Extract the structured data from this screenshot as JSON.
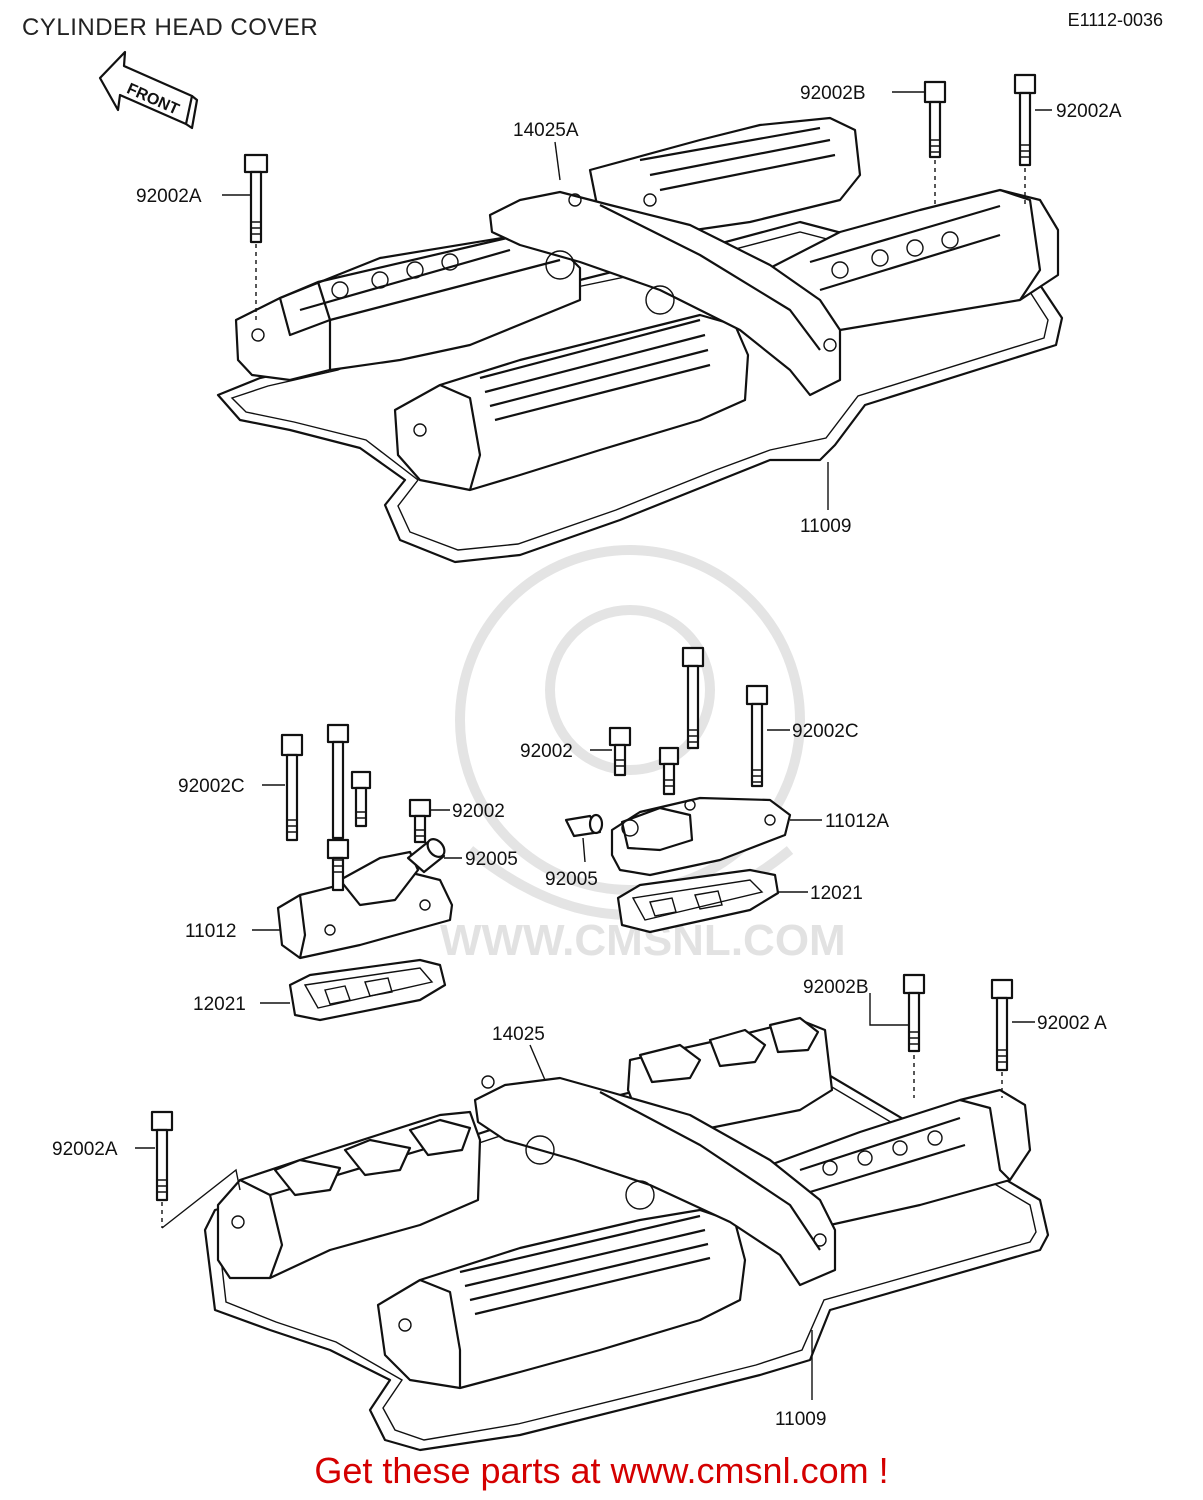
{
  "header": {
    "title": "CYLINDER HEAD COVER",
    "diagram_code": "E1112-0036"
  },
  "front_arrow": {
    "label": "FRONT"
  },
  "watermark": {
    "text": "WWW.CMSNL.COM"
  },
  "footer": {
    "text": "Get these parts at www.cmsnl.com !"
  },
  "labels": {
    "upper_bolt_b": "92002B",
    "upper_bolt_a_right": "92002A",
    "upper_cover": "14025A",
    "upper_bolt_a_left": "92002A",
    "upper_gasket": "11009",
    "mid_bolt_c_right": "92002C",
    "mid_bolt_right": "92002",
    "mid_cap_right": "11012A",
    "mid_plug_right": "92005",
    "mid_gasket_right": "12021",
    "mid_bolt_c_left": "92002C",
    "mid_bolt_left": "92002",
    "mid_plug_left": "92005",
    "mid_cap_left": "11012",
    "mid_gasket_left": "12021",
    "lower_bolt_b": "92002B",
    "lower_bolt_a_right": "92002 A",
    "lower_cover": "14025",
    "lower_bolt_a_left": "92002A",
    "lower_gasket": "11009"
  }
}
